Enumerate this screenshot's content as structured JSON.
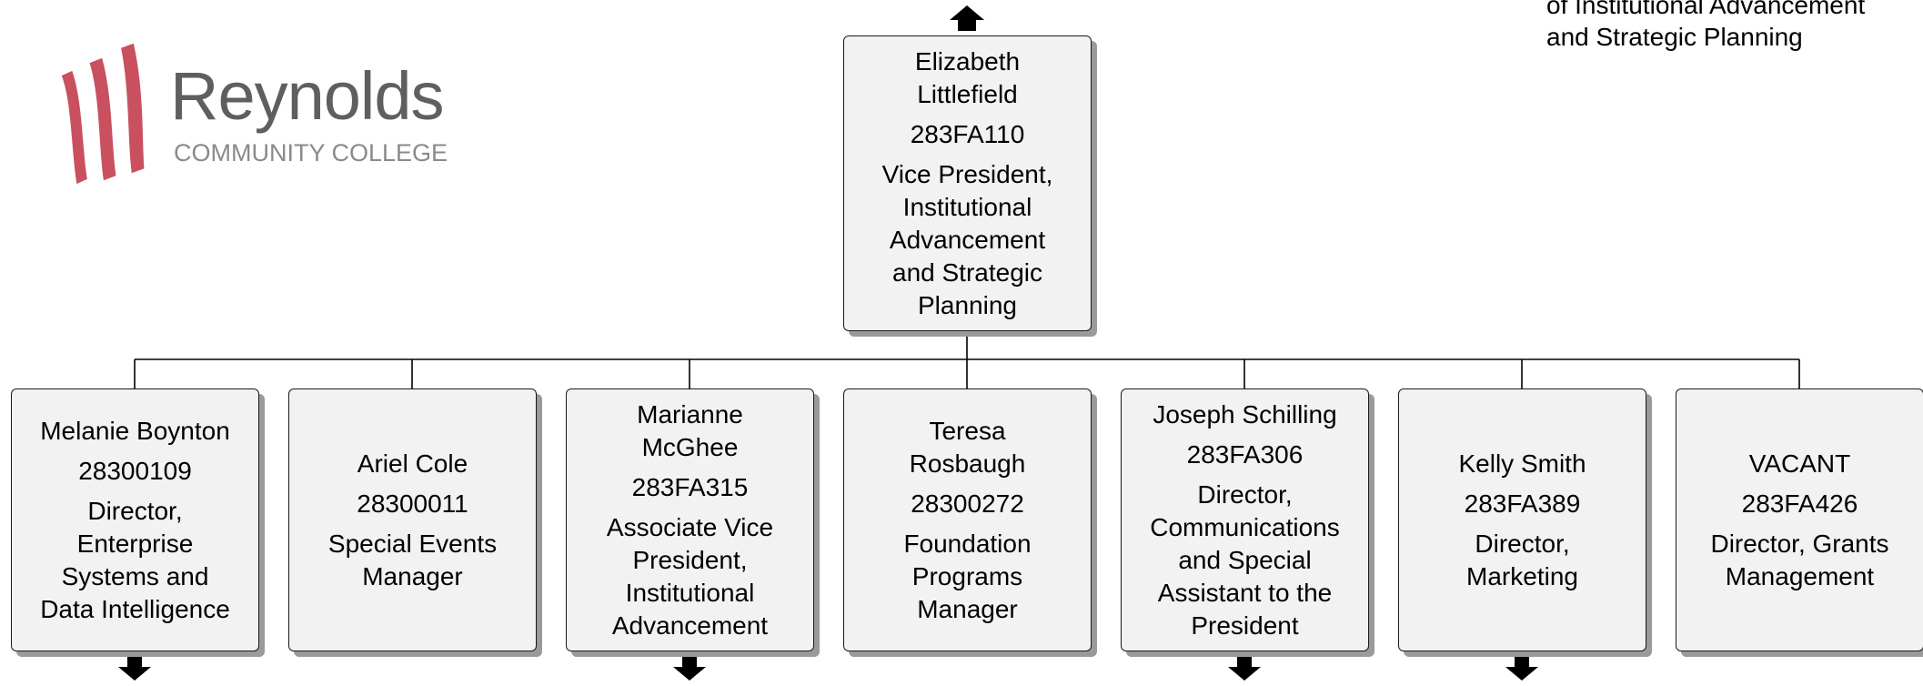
{
  "logo": {
    "name": "Reynolds",
    "subtitle": "COMMUNITY COLLEGE",
    "accent_color": "#c8505f"
  },
  "corner_title": {
    "line1": "of Institutional Advancement",
    "line2": "and Strategic Planning"
  },
  "top": {
    "name_lines": [
      "Elizabeth",
      "Littlefield"
    ],
    "code": "283FA110",
    "title_lines": [
      "Vice President,",
      "Institutional",
      "Advancement",
      "and Strategic",
      "Planning"
    ]
  },
  "children": [
    {
      "name_lines": [
        "Melanie Boynton"
      ],
      "code": "28300109",
      "title_lines": [
        "Director,",
        "Enterprise",
        "Systems and",
        "Data Intelligence"
      ],
      "has_reports": true
    },
    {
      "name_lines": [
        "Ariel Cole"
      ],
      "code": "28300011",
      "title_lines": [
        "Special Events",
        "Manager"
      ],
      "has_reports": false
    },
    {
      "name_lines": [
        "Marianne",
        "McGhee"
      ],
      "code": "283FA315",
      "title_lines": [
        "Associate Vice",
        "President,",
        "Institutional",
        "Advancement"
      ],
      "has_reports": true
    },
    {
      "name_lines": [
        "Teresa",
        "Rosbaugh"
      ],
      "code": "28300272",
      "title_lines": [
        "Foundation",
        "Programs",
        "Manager"
      ],
      "has_reports": false
    },
    {
      "name_lines": [
        "Joseph Schilling"
      ],
      "code": "283FA306",
      "title_lines": [
        "Director,",
        "Communications",
        "and Special",
        "Assistant to the",
        "President"
      ],
      "has_reports": true
    },
    {
      "name_lines": [
        "Kelly Smith"
      ],
      "code": "283FA389",
      "title_lines": [
        "Director,",
        "Marketing"
      ],
      "has_reports": true
    },
    {
      "name_lines": [
        "VACANT"
      ],
      "code": "283FA426",
      "title_lines": [
        "Director, Grants",
        "Management"
      ],
      "has_reports": false
    }
  ]
}
